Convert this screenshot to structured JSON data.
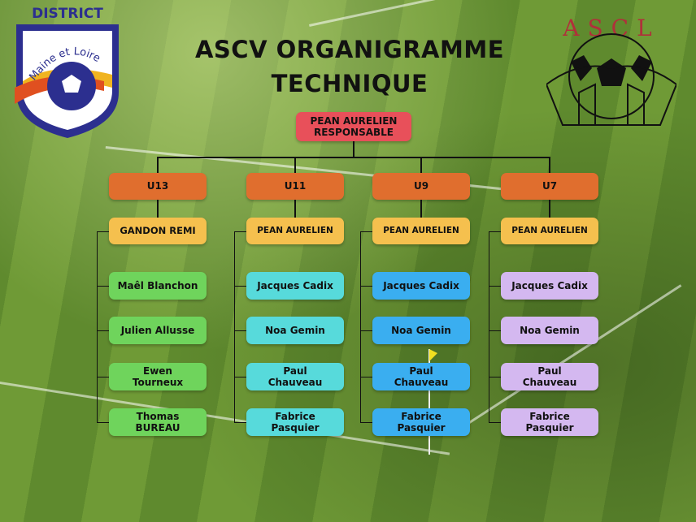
{
  "title_lines": [
    "ASCV ORGANIGRAMME",
    "TECHNIQUE"
  ],
  "logos": {
    "district": {
      "top_text": "DISTRICT",
      "arc_text": "Maine et Loire"
    },
    "club": {
      "text": "ASCL"
    }
  },
  "root": {
    "lines": [
      "PEAN AURELIEN",
      "RESPONSABLE"
    ],
    "color": "#e8505a"
  },
  "category_color": "#e06e2e",
  "coach_color": "#f5c04e",
  "categories": [
    {
      "label": "U13",
      "coach": "GANDON REMI",
      "player_color": "#6fd45c",
      "players": [
        [
          "Maêl Blanchon"
        ],
        [
          "Julien Allusse"
        ],
        [
          "Ewen",
          "Tourneux"
        ],
        [
          "Thomas",
          "BUREAU"
        ]
      ]
    },
    {
      "label": "U11",
      "coach": "PEAN AURELIEN",
      "player_color": "#57dadb",
      "players": [
        [
          "Jacques Cadix"
        ],
        [
          "Noa Gemin"
        ],
        [
          "Paul",
          "Chauveau"
        ],
        [
          "Fabrice",
          "Pasquier"
        ]
      ]
    },
    {
      "label": "U9",
      "coach": "PEAN AURELIEN",
      "player_color": "#3aaef0",
      "players": [
        [
          "Jacques Cadix"
        ],
        [
          "Noa Gemin"
        ],
        [
          "Paul",
          "Chauveau"
        ],
        [
          "Fabrice",
          "Pasquier"
        ]
      ]
    },
    {
      "label": "U7",
      "coach": "PEAN AURELIEN",
      "player_color": "#d4b8f0",
      "players": [
        [
          "Jacques Cadix"
        ],
        [
          "Noa Gemin"
        ],
        [
          "Paul",
          "Chauveau"
        ],
        [
          "Fabrice",
          "Pasquier"
        ]
      ]
    }
  ]
}
